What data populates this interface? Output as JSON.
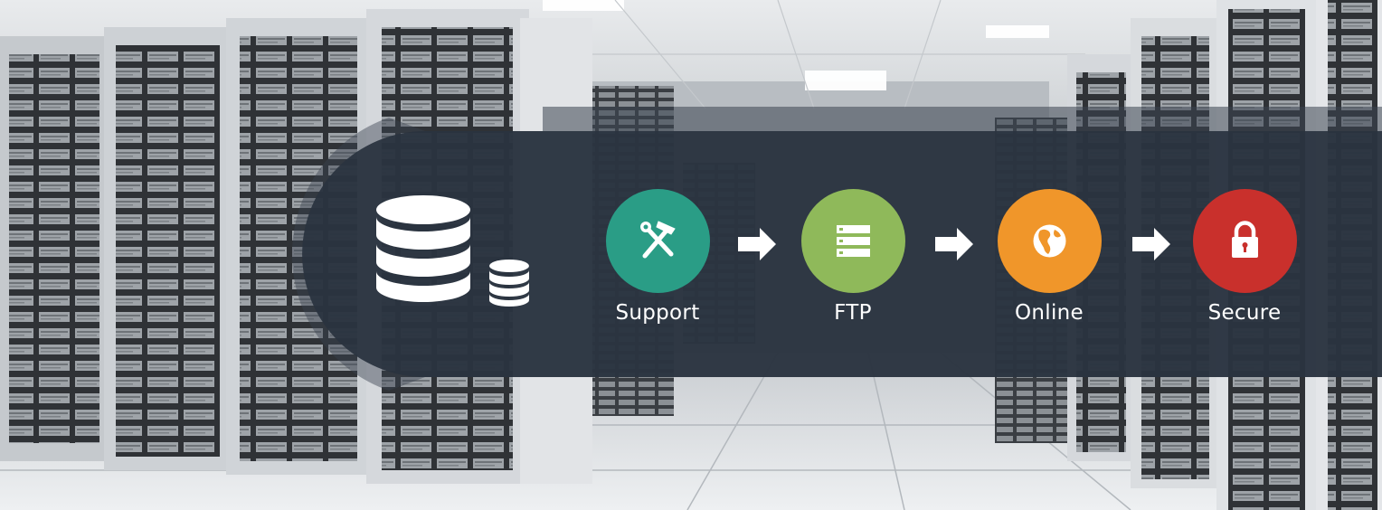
{
  "steps": [
    {
      "label": "Support",
      "icon": "tools-icon",
      "color": "#2a9d86"
    },
    {
      "label": "FTP",
      "icon": "server-list-icon",
      "color": "#8fb95a"
    },
    {
      "label": "Online",
      "icon": "globe-icon",
      "color": "#f0962a"
    },
    {
      "label": "Secure",
      "icon": "lock-icon",
      "color": "#c9302c"
    }
  ],
  "colors": {
    "band": "#2a3440",
    "band_light": "#3a4350",
    "icon_white": "#ffffff"
  }
}
